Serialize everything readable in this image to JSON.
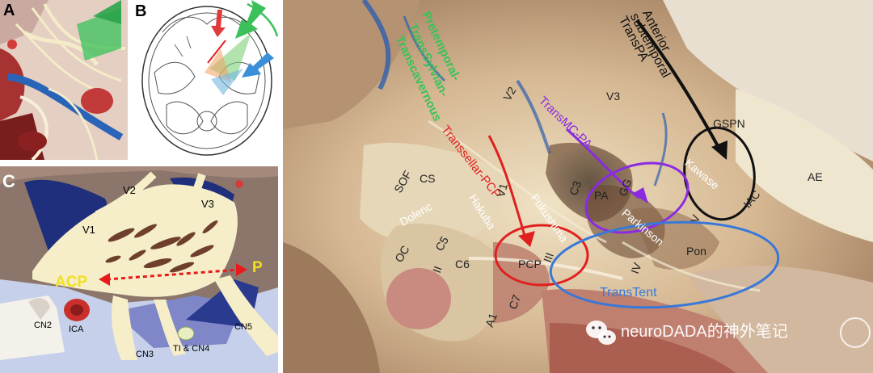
{
  "panels": {
    "a": {
      "letter": "A"
    },
    "b": {
      "letter": "B"
    },
    "c": {
      "letter": "C",
      "labels": {
        "v1": "V1",
        "v2": "V2",
        "v3": "V3",
        "acp": "ACP",
        "p": "P",
        "cn2": "CN2",
        "ica": "ICA",
        "cn3": "CN3",
        "ti_cn4": "TI & CN4",
        "cn5": "CN5"
      }
    },
    "photo": {
      "approaches": {
        "pretemporal_1": "Pretemporal-",
        "pretemporal_2": "TransSylvian-",
        "pretemporal_3": "Transcavernous",
        "anterior_1": "Anterior",
        "anterior_2": "subtemporal",
        "anterior_3": "TransPA",
        "transmc": "TransMC-PA",
        "transsellar": "Transsellar-PCP",
        "transtent": "TransTent"
      },
      "surgeons": {
        "kawase": "Kawase",
        "parkinson": "Parkinson",
        "fukushima": "Fukushima",
        "hakuba": "Hakuba",
        "dolenc": "Dolenc"
      },
      "anatomy": {
        "v2": "V2",
        "v3": "V3",
        "gspn": "GSPN",
        "ae": "AE",
        "iac": "IAC",
        "sof": "SOF",
        "cs": "CS",
        "v1": "V1",
        "c3": "C3",
        "pa": "PA",
        "gg": "GG",
        "v": "V",
        "oc": "OC",
        "c5": "C5",
        "c6": "C6",
        "ii": "II",
        "pcp": "PCP",
        "iii": "III",
        "iv": "IV",
        "pon": "Pon",
        "c7": "C7",
        "a1": "A1"
      },
      "watermark": "neuroDADA的神外笔记",
      "colors": {
        "green": "#39c25a",
        "black": "#111111",
        "purple": "#8a2be2",
        "red": "#e02020",
        "blue": "#3a78d8"
      }
    }
  }
}
